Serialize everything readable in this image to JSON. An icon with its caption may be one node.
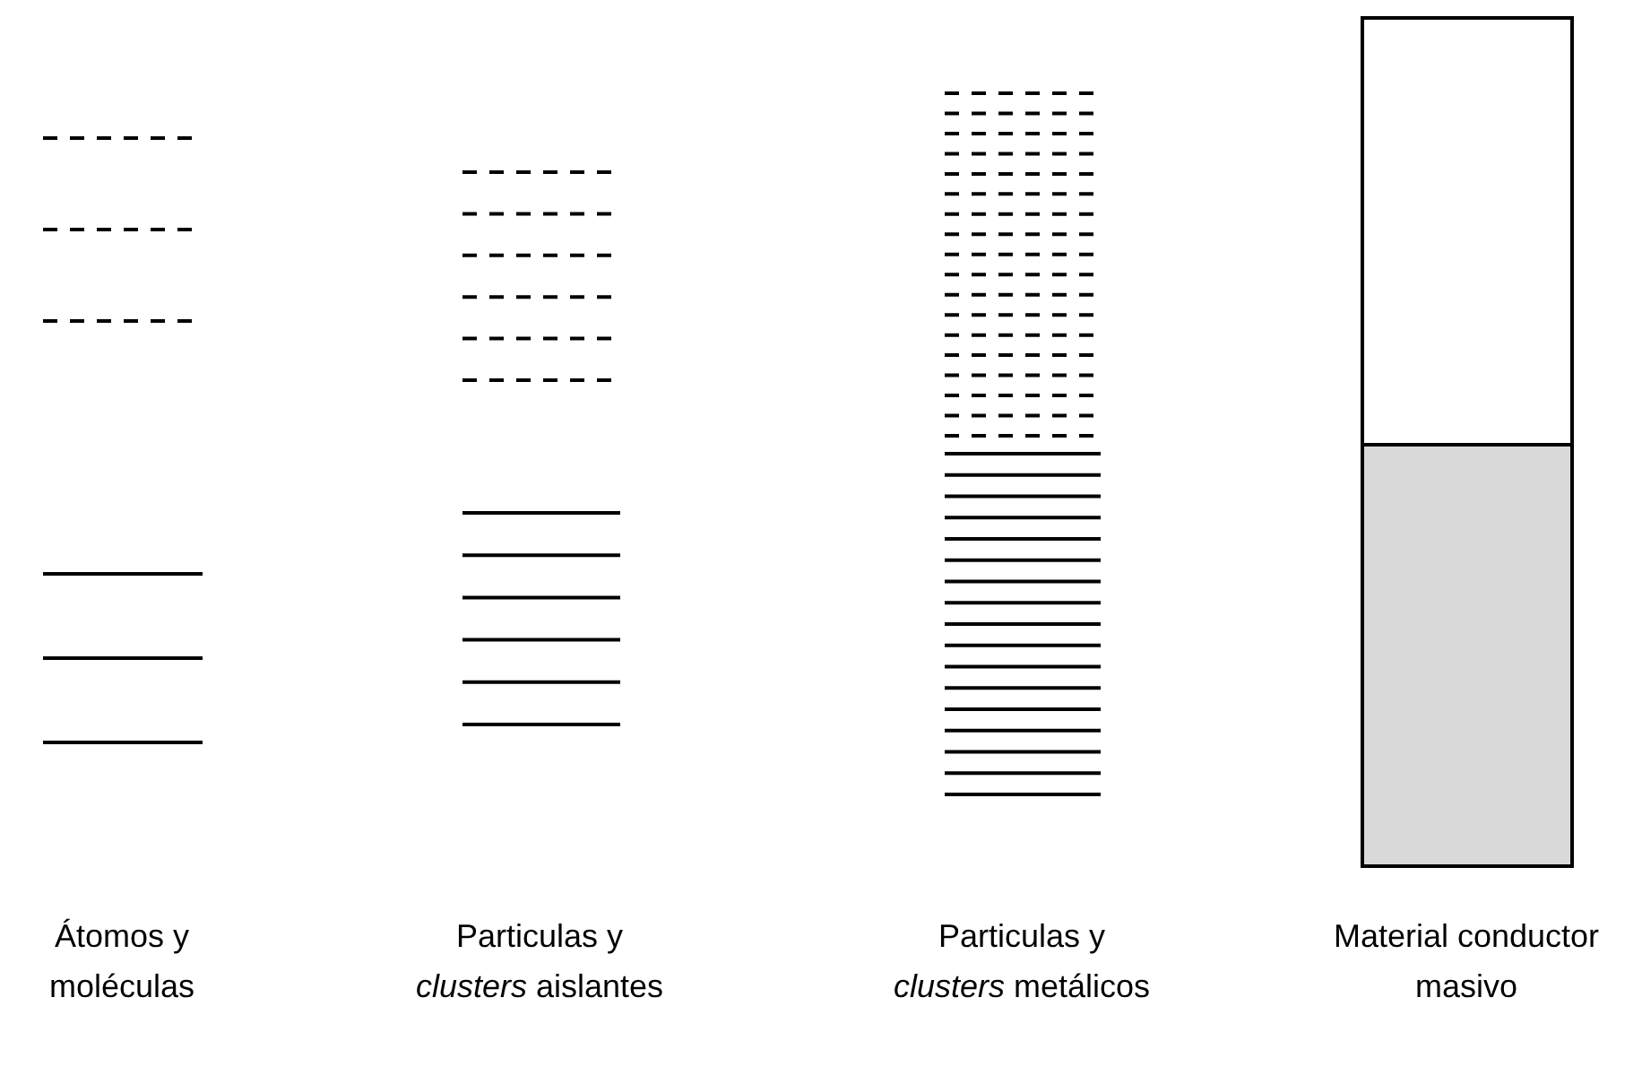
{
  "diagram": {
    "labels": [
      "Átomos y moléculas",
      "Particulas y *clusters* aislantes",
      "Particulas y *clusters* metálicos",
      "Material conductor masivo"
    ]
  }
}
